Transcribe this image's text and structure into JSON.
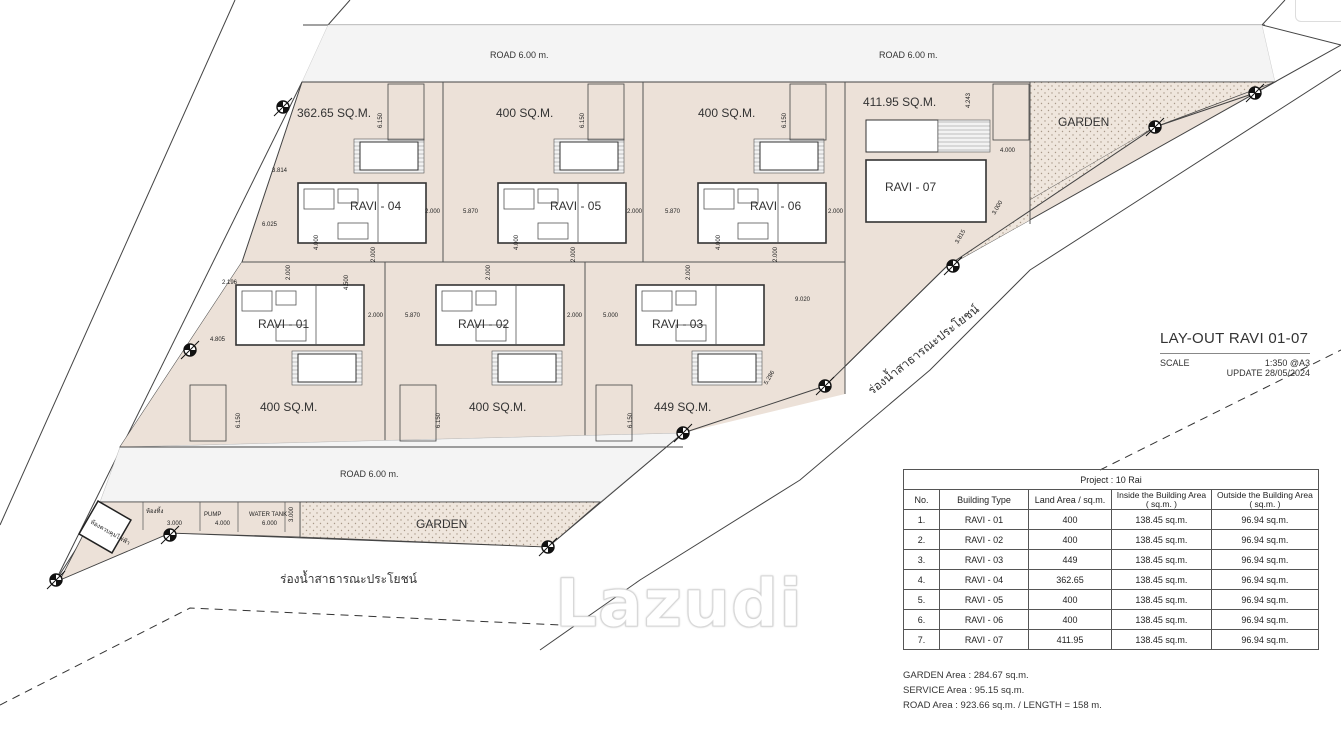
{
  "roads": {
    "top_left": "ROAD 6.00 m.",
    "top_right": "ROAD 6.00 m.",
    "middle": "ROAD 6.00 m."
  },
  "canal": {
    "right": "ร่องน้ำสาธารณะประโยชน์",
    "bottom": "ร่องน้ำสาธารณะประโยชน์"
  },
  "gardens": {
    "top_right": "GARDEN",
    "bottom": "GARDEN"
  },
  "plots": [
    {
      "name": "RAVI - 04",
      "area": "362.65 SQ.M."
    },
    {
      "name": "RAVI - 05",
      "area": "400 SQ.M."
    },
    {
      "name": "RAVI - 06",
      "area": "400 SQ.M."
    },
    {
      "name": "RAVI - 07",
      "area": "411.95 SQ.M."
    },
    {
      "name": "RAVI - 01",
      "area": "400 SQ.M."
    },
    {
      "name": "RAVI - 02",
      "area": "400 SQ.M."
    },
    {
      "name": "RAVI - 03",
      "area": "449 SQ.M."
    }
  ],
  "dims": {
    "d6150": "6.150",
    "d3814": "3.814",
    "d6025": "6.025",
    "d2000": "2.000",
    "d5870": "5.870",
    "d4000": "4.000",
    "d4243": "4.243",
    "d3000": "3.000",
    "d3815": "3.815",
    "d2196": "2.196",
    "d4500": "4.500",
    "d4805": "4.805",
    "d5000": "5.000",
    "d9020": "9.020",
    "d5286": "5.286"
  },
  "service": {
    "shed_label": "ห้องควบคุมไฟฟ้า",
    "small": "ห้องทิ้ง",
    "pump": "PUMP",
    "water_tank": "WATER TANK",
    "w3000": "3.000",
    "w4000": "4.000",
    "w6000": "6.000",
    "h3000": "3.000"
  },
  "title_block": {
    "title": "LAY-OUT RAVI 01-07",
    "scale_label": "SCALE",
    "scale_value": "1:350 @A3",
    "update": "UPDATE 28/05/2024"
  },
  "table": {
    "caption": "Project : 10 Rai",
    "headers": [
      "No.",
      "Building Type",
      "Land Area / sq.m.",
      "Inside the Building Area",
      "Outside the Building Area"
    ],
    "sub_headers": [
      "( sq.m. )",
      "( sq.m. )"
    ],
    "rows": [
      [
        "1.",
        "RAVI - 01",
        "400",
        "138.45 sq.m.",
        "96.94 sq.m."
      ],
      [
        "2.",
        "RAVI - 02",
        "400",
        "138.45 sq.m.",
        "96.94 sq.m."
      ],
      [
        "3.",
        "RAVI - 03",
        "449",
        "138.45 sq.m.",
        "96.94 sq.m."
      ],
      [
        "4.",
        "RAVI - 04",
        "362.65",
        "138.45 sq.m.",
        "96.94 sq.m."
      ],
      [
        "5.",
        "RAVI - 05",
        "400",
        "138.45 sq.m.",
        "96.94 sq.m."
      ],
      [
        "6.",
        "RAVI - 06",
        "400",
        "138.45 sq.m.",
        "96.94 sq.m."
      ],
      [
        "7.",
        "RAVI - 07",
        "411.95",
        "138.45 sq.m.",
        "96.94 sq.m."
      ]
    ]
  },
  "summary": {
    "garden": "GARDEN  Area  :  284.67 sq.m.",
    "service": "SERVICE  Area  :  95.15 sq.m.",
    "road": "ROAD  Area  :  923.66 sq.m. / LENGTH = 158 m."
  },
  "watermark": "Lazudi",
  "colors": {
    "plot": "#ece1d8",
    "road": "#f3f3f3",
    "garden": "#efe6dd",
    "line": "#444444"
  }
}
